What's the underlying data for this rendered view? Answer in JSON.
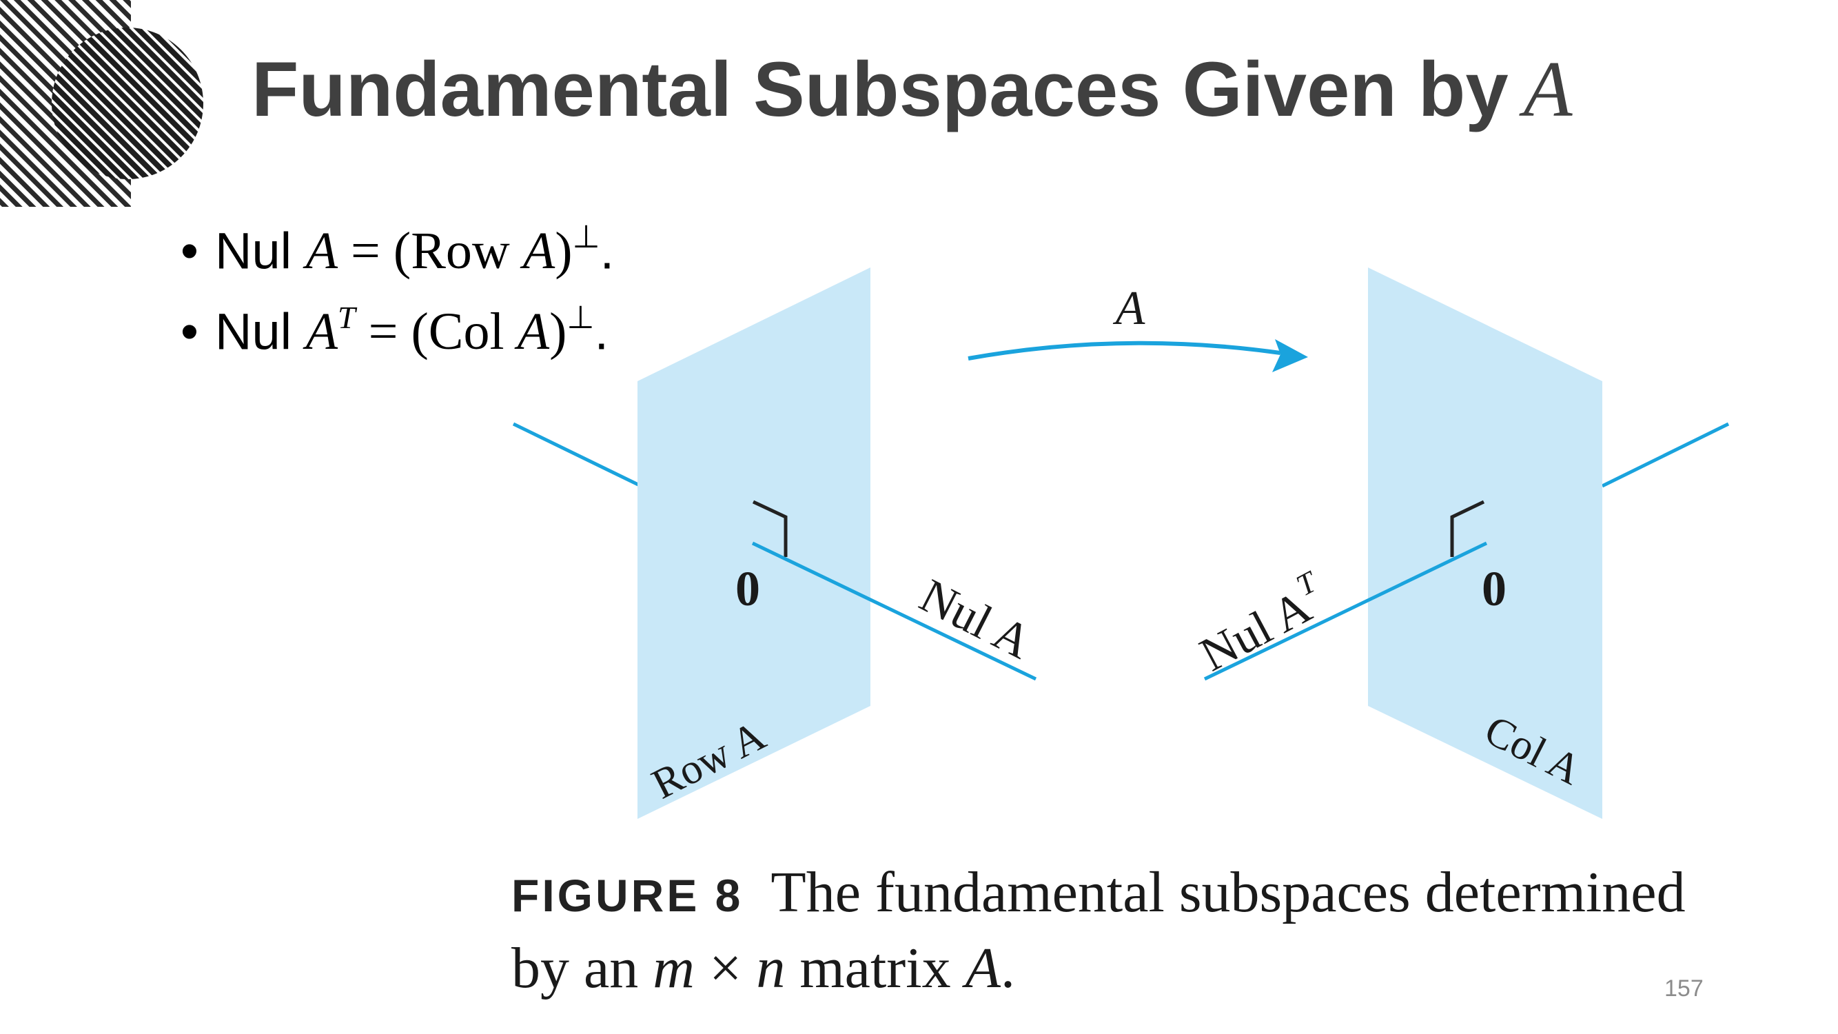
{
  "slide": {
    "title_text": "Fundamental Subspaces Given by",
    "title_math": "A",
    "bullets": [
      {
        "bullet": "•",
        "text": "Nul",
        "math": "A",
        "sup": "",
        "rest": " = (Row ",
        "rest_math": "A",
        "tail": ")",
        "perp": "⊥",
        "end": "."
      },
      {
        "bullet": "•",
        "text": "Nul",
        "math": "A",
        "sup": "T",
        "rest": " = (Col ",
        "rest_math": "A",
        "tail": ")",
        "perp": "⊥",
        "end": "."
      }
    ],
    "page_number": "157"
  },
  "figure": {
    "arrow_label": "A",
    "origin_left": "0",
    "origin_right": "0",
    "nul_label": "Nul A",
    "nul_t_label": "Nul A",
    "nul_t_sup": "T",
    "row_label": "Row A",
    "col_label": "Col A",
    "caption_label": "FIGURE 8",
    "caption_line1": "The fundamental subspaces determined",
    "caption_line2_a": "by an ",
    "caption_m": "m",
    "caption_times": " × ",
    "caption_n": "n",
    "caption_line2_b": " matrix ",
    "caption_A": "A",
    "caption_end": "."
  },
  "colors": {
    "plane_fill": "#c9e8f8",
    "line_blue": "#1aa3dd",
    "title_gray": "#404040",
    "deco_gray": "#2a2a2a"
  }
}
